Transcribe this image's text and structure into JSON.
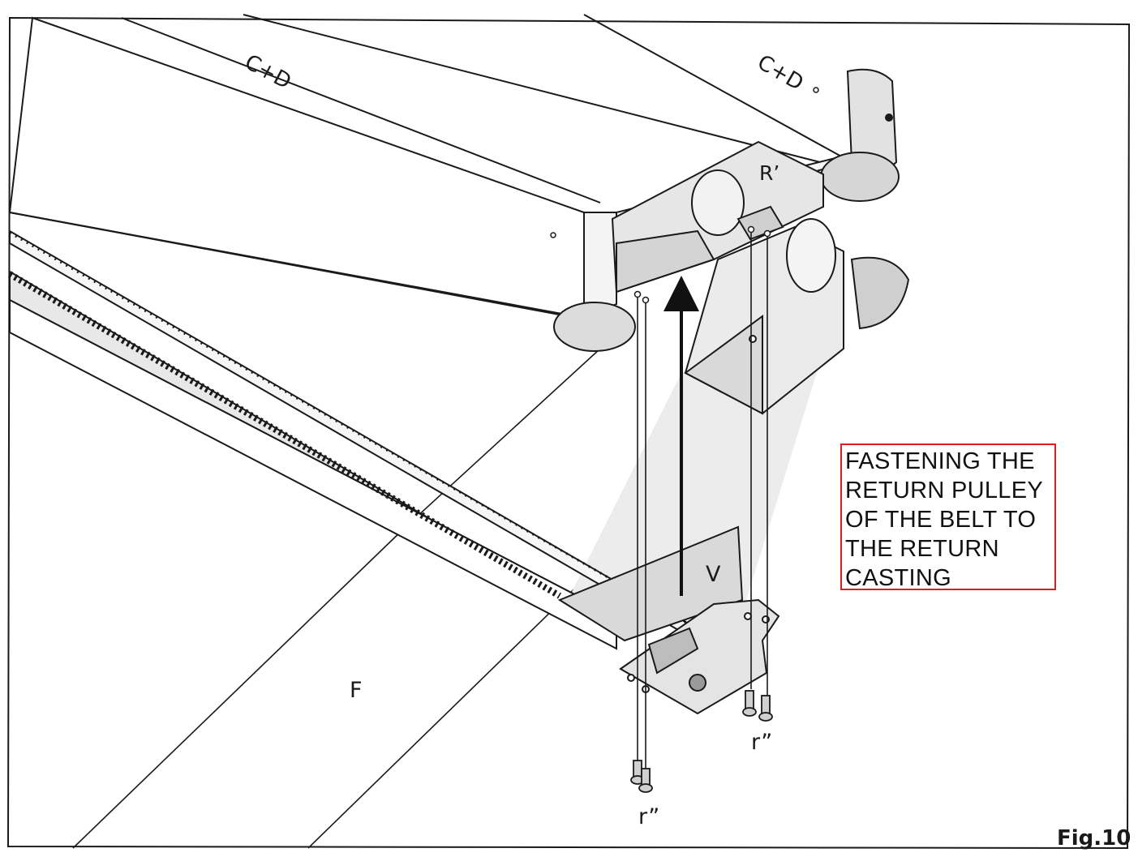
{
  "labels": {
    "cd_left": "C+D",
    "cd_right": "C+D",
    "r_prime": "R’",
    "v": "V",
    "f": "F",
    "r_double_right": "r”",
    "r_double_bottom": "r”",
    "figure": "Fig.10"
  },
  "callout": {
    "lines": [
      "FASTENING THE",
      "RETURN PULLEY",
      "OF THE BELT TO",
      "THE RETURN",
      "CASTING"
    ],
    "border_color": "#e01b1b"
  },
  "colors": {
    "line": "#1a1a1a",
    "shade": "#dcdcdc",
    "shade_dark": "#bdbdbd",
    "background": "#ffffff"
  }
}
